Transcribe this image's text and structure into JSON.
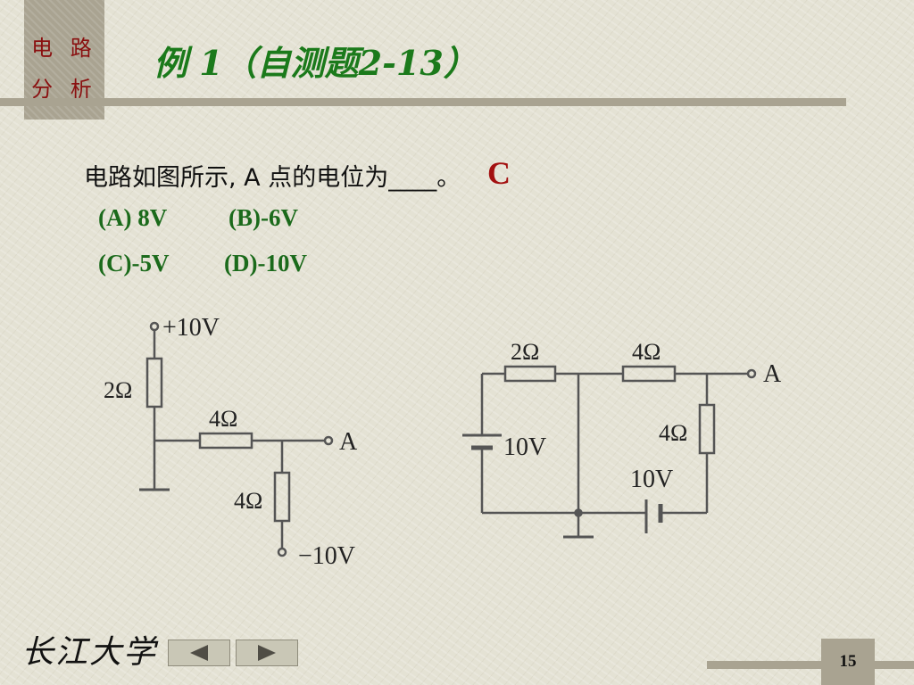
{
  "header": {
    "course_line1": "电 路",
    "course_line2": "分 析",
    "title": "例  1（自测题2-13）"
  },
  "question": {
    "text": "电路如图所示, A 点的电位为____。",
    "answer": "C",
    "options": [
      "(A) 8V",
      "(B)-6V",
      "(C)-5V",
      "(D)-10V"
    ]
  },
  "circuit1": {
    "source_top": "+10V",
    "source_bottom": "−10V",
    "r_top": "2Ω",
    "r_horizontal": "4Ω",
    "r_down": "4Ω",
    "node": "A"
  },
  "circuit2": {
    "r1": "2Ω",
    "r2": "4Ω",
    "r3": "4Ω",
    "v_left": "10V",
    "v_bottom": "10V",
    "node": "A"
  },
  "footer": {
    "logo": "长江大学",
    "page": "15"
  }
}
